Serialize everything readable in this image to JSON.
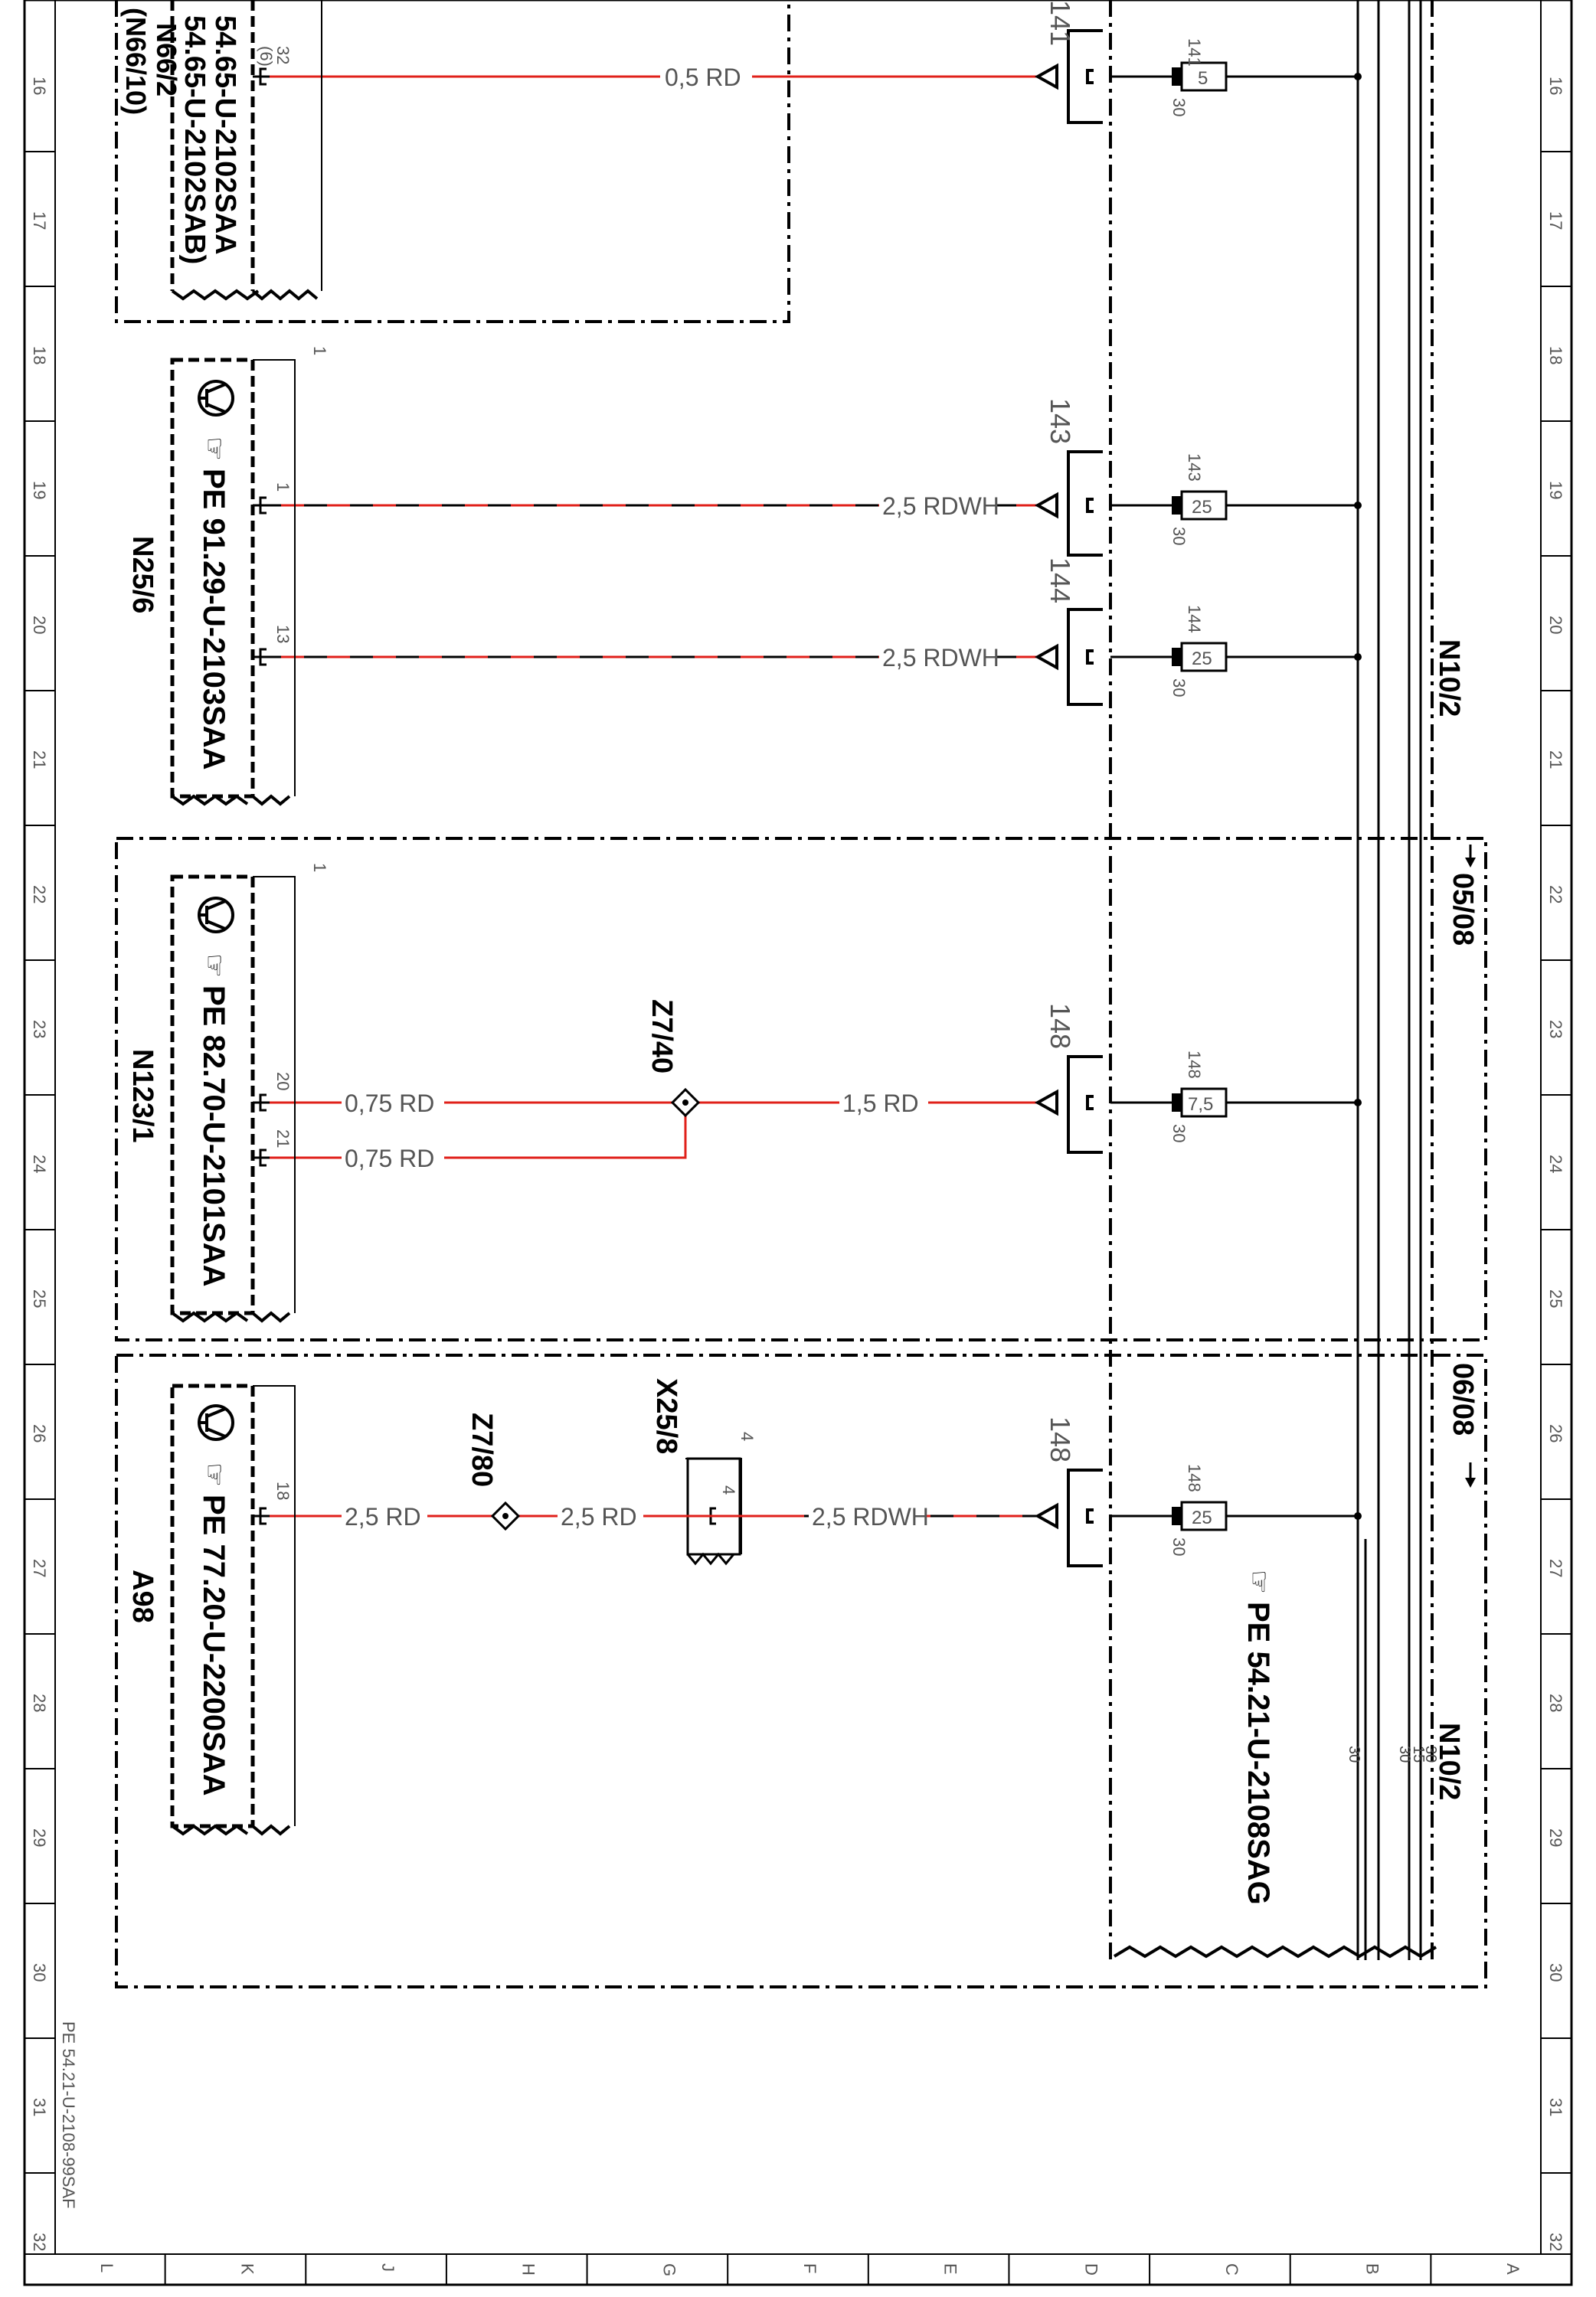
{
  "border": {
    "row_numbers": [
      "16",
      "17",
      "18",
      "19",
      "20",
      "21",
      "22",
      "23",
      "24",
      "25",
      "26",
      "27",
      "28",
      "29",
      "30",
      "31",
      "32"
    ],
    "column_letters": [
      "L",
      "K",
      "J",
      "H",
      "G",
      "F",
      "E",
      "D",
      "C",
      "B",
      "A"
    ]
  },
  "doc_id": "PE 54.21-U-2108-99SAF",
  "modules": {
    "n66": {
      "ref_line1": "54.65-U-2102SAA",
      "ref_line2": "54.65-U-2102SAB)",
      "code_line1": "N66/2",
      "code_line2": "(N66/10)",
      "pin": "32",
      "pin_alt": "(6)"
    },
    "n25": {
      "ref": "PE 91.29-U-2103SAA",
      "code": "N25/6",
      "pin_a": "1",
      "pin_b": "13",
      "corner": "1"
    },
    "n123": {
      "ref": "PE 82.70-U-2101SAA",
      "code": "N123/1",
      "pin_a": "20",
      "pin_b": "21",
      "corner": "1"
    },
    "a98": {
      "ref": "PE 77.20-U-2200SAA",
      "code": "A98",
      "pin": "18"
    }
  },
  "wires": {
    "w141": "0,5 RD",
    "w143": "2,5 RDWH",
    "w144": "2,5 RDWH",
    "w148a_left_top": "0,75 RD",
    "w148a_left_bottom": "0,75 RD",
    "w148a_right": "1,5 RD",
    "w148b_left": "2,5 RD",
    "w148b_mid": "2,5 RD",
    "w148b_right": "2,5 RDWH"
  },
  "splices": {
    "z740": "Z7/40",
    "z780": "Z7/80"
  },
  "connector_x25": {
    "code": "X25/8",
    "pin": "4",
    "pin_top": "4"
  },
  "fuses": [
    {
      "circuit": "141",
      "rating": "5",
      "terminal": "30"
    },
    {
      "circuit": "143",
      "rating": "25",
      "terminal": "30"
    },
    {
      "circuit": "144",
      "rating": "25",
      "terminal": "30"
    },
    {
      "circuit": "148",
      "rating": "7,5",
      "terminal": "30"
    },
    {
      "circuit": "148",
      "rating": "25",
      "terminal": "30"
    }
  ],
  "connector_labels": {
    "c141": "141",
    "c143": "143",
    "c144": "144",
    "c148a": "148",
    "c148b": "148"
  },
  "fuse_box": {
    "ref": "PE 54.21-U-2108SAG",
    "code_top": "N10/2",
    "code_bottom": "N10/2"
  },
  "bus_terminals": {
    "t1": "30",
    "t2": "30",
    "t3": "15",
    "t4": "30"
  },
  "cross_refs": {
    "r1": "05/08",
    "r2": "06/08"
  }
}
